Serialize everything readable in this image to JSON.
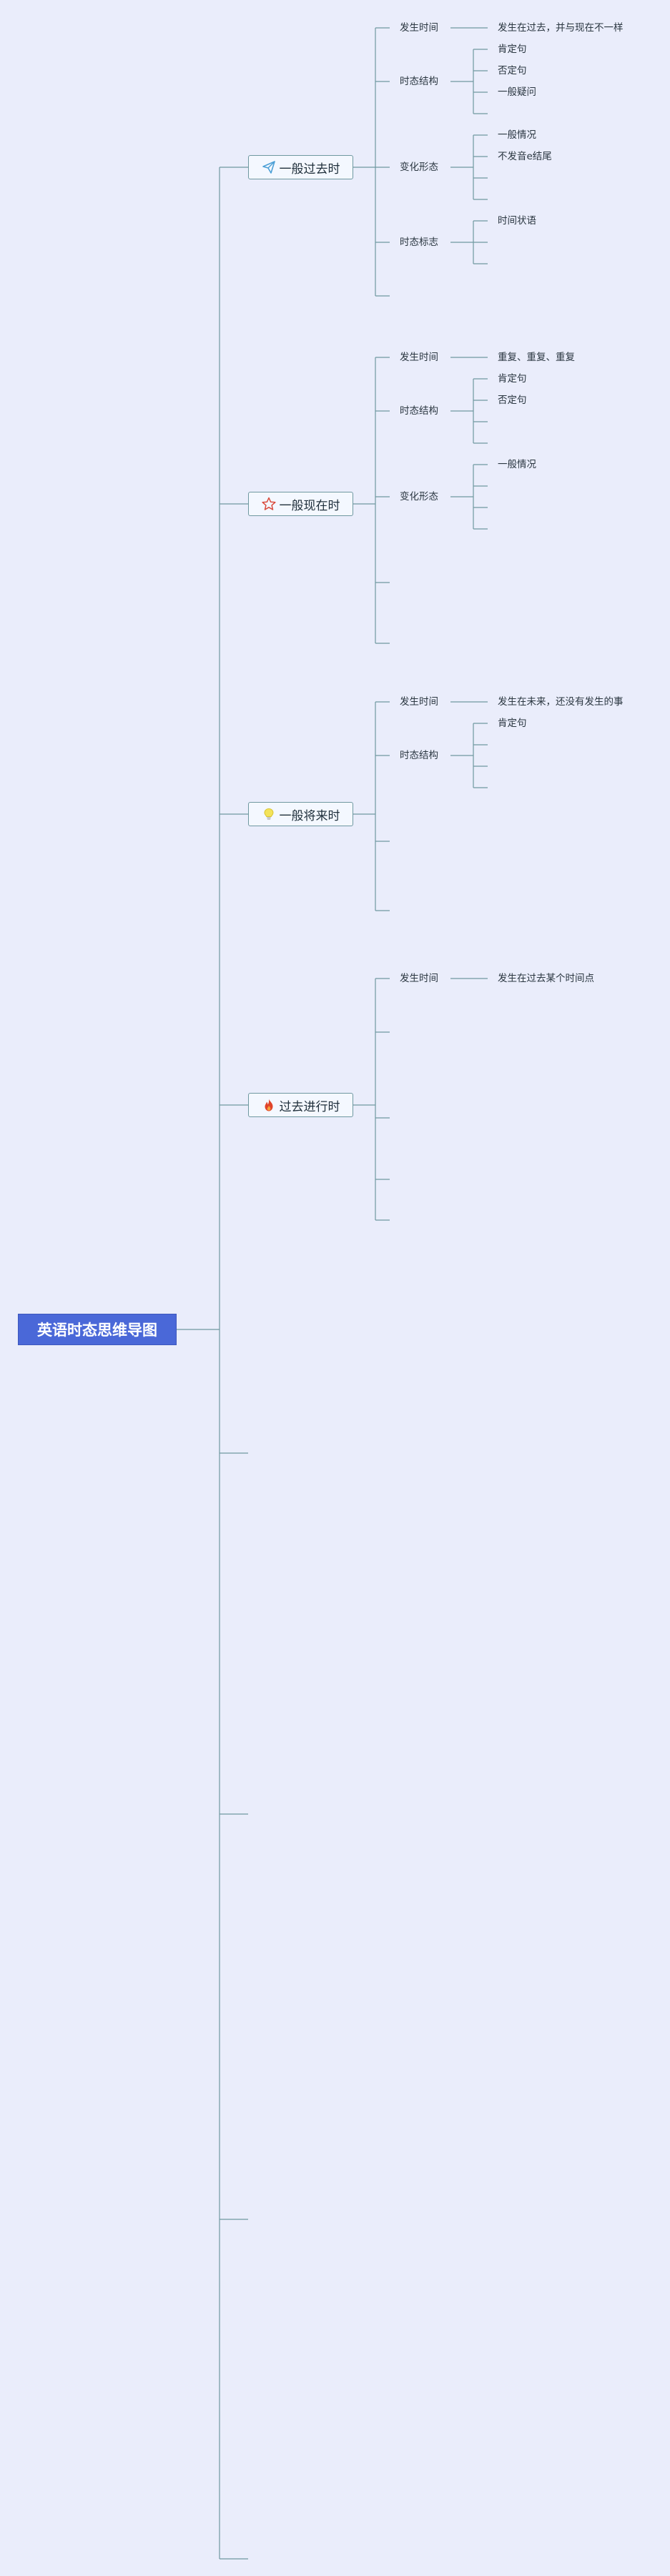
{
  "root": "英语时态思维导图",
  "tenses": [
    {
      "name": "一般过去时",
      "icon": "paper-plane-icon",
      "color": "#4b9fd6",
      "time": {
        "label": "发生时间",
        "detail": "发生在过去，并与现在不一样"
      },
      "structure": {
        "label": "时态结构",
        "items": [
          "肯定句",
          "否定句",
          "一般疑问"
        ]
      },
      "forms": {
        "label": "变化形态",
        "items": [
          "一般情况",
          "不发音e结尾"
        ]
      },
      "markers": {
        "label": "时态标志",
        "items": [
          "时间状语"
        ]
      }
    },
    {
      "name": "一般现在时",
      "icon": "star-icon",
      "color": "#d94a3b",
      "time": {
        "label": "发生时间",
        "detail": "重复、重复、重复"
      },
      "structure": {
        "label": "时态结构",
        "items": [
          "肯定句",
          "否定句"
        ]
      },
      "forms": {
        "label": "变化形态",
        "items": [
          "一般情况"
        ]
      }
    },
    {
      "name": "一般将来时",
      "icon": "lightbulb-icon",
      "color": "#e8d53a",
      "time": {
        "label": "发生时间",
        "detail": "发生在未来，还没有发生的事"
      },
      "structure": {
        "label": "时态结构",
        "items": [
          "肯定句"
        ]
      }
    },
    {
      "name": "过去进行时",
      "icon": "flame-icon",
      "color": "#e0442a",
      "time": {
        "label": "发生时间",
        "detail": "发生在过去某个时间点"
      }
    }
  ]
}
